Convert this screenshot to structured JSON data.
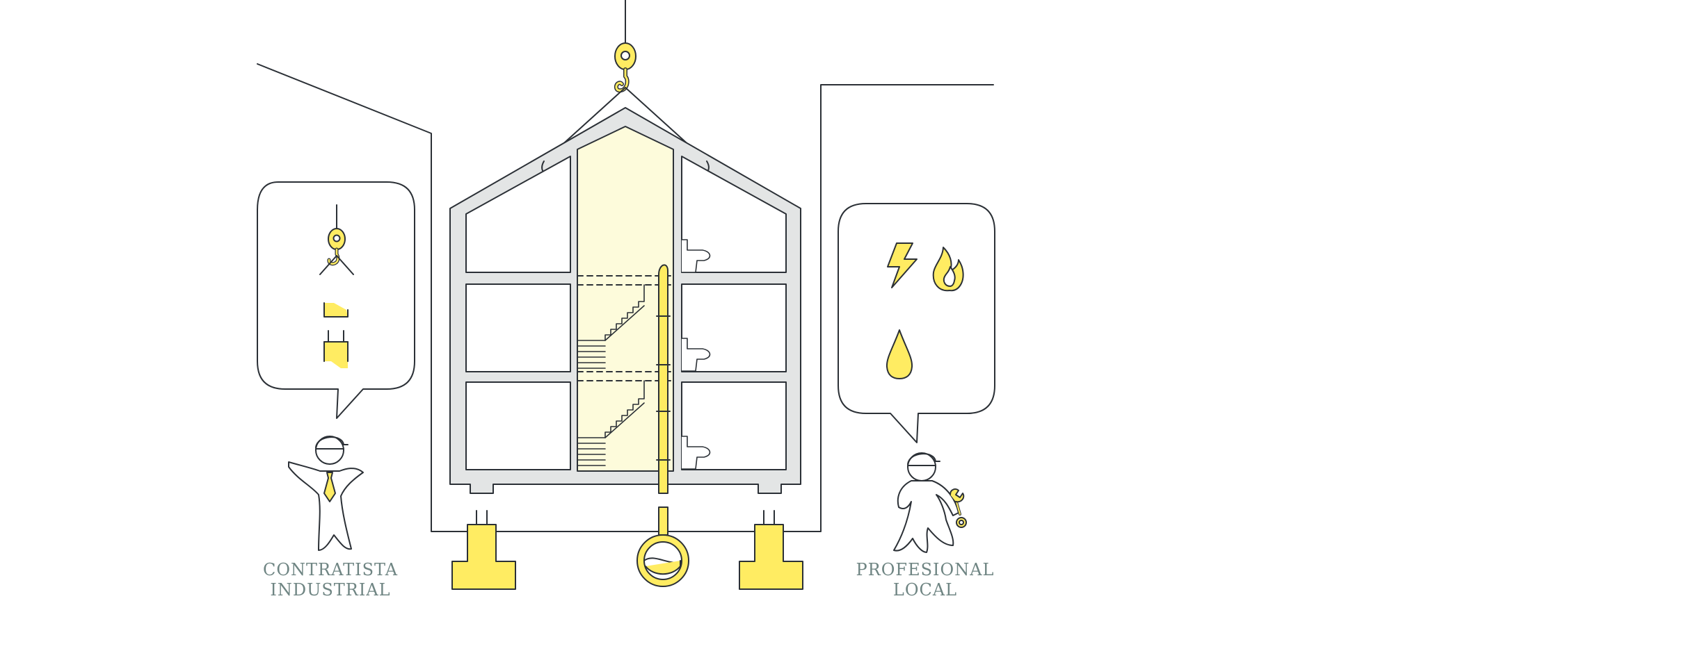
{
  "labels": {
    "contractor": {
      "line1": "CONTRATISTA",
      "line2": "INDUSTRIAL"
    },
    "local": {
      "line1": "PROFESIONAL",
      "line2": "LOCAL"
    }
  },
  "colors": {
    "stroke": "#2b3036",
    "yellow": "#ffec62",
    "pale_yellow": "#fdfbdb",
    "wall_gray": "#e3e5e5",
    "label": "#6f8583"
  },
  "icons": {
    "contractor_bubble": [
      "crane-hook-icon",
      "roof-module-icon",
      "wall-module-icon"
    ],
    "local_bubble": [
      "lightning-icon",
      "flame-icon",
      "water-drop-icon"
    ]
  }
}
